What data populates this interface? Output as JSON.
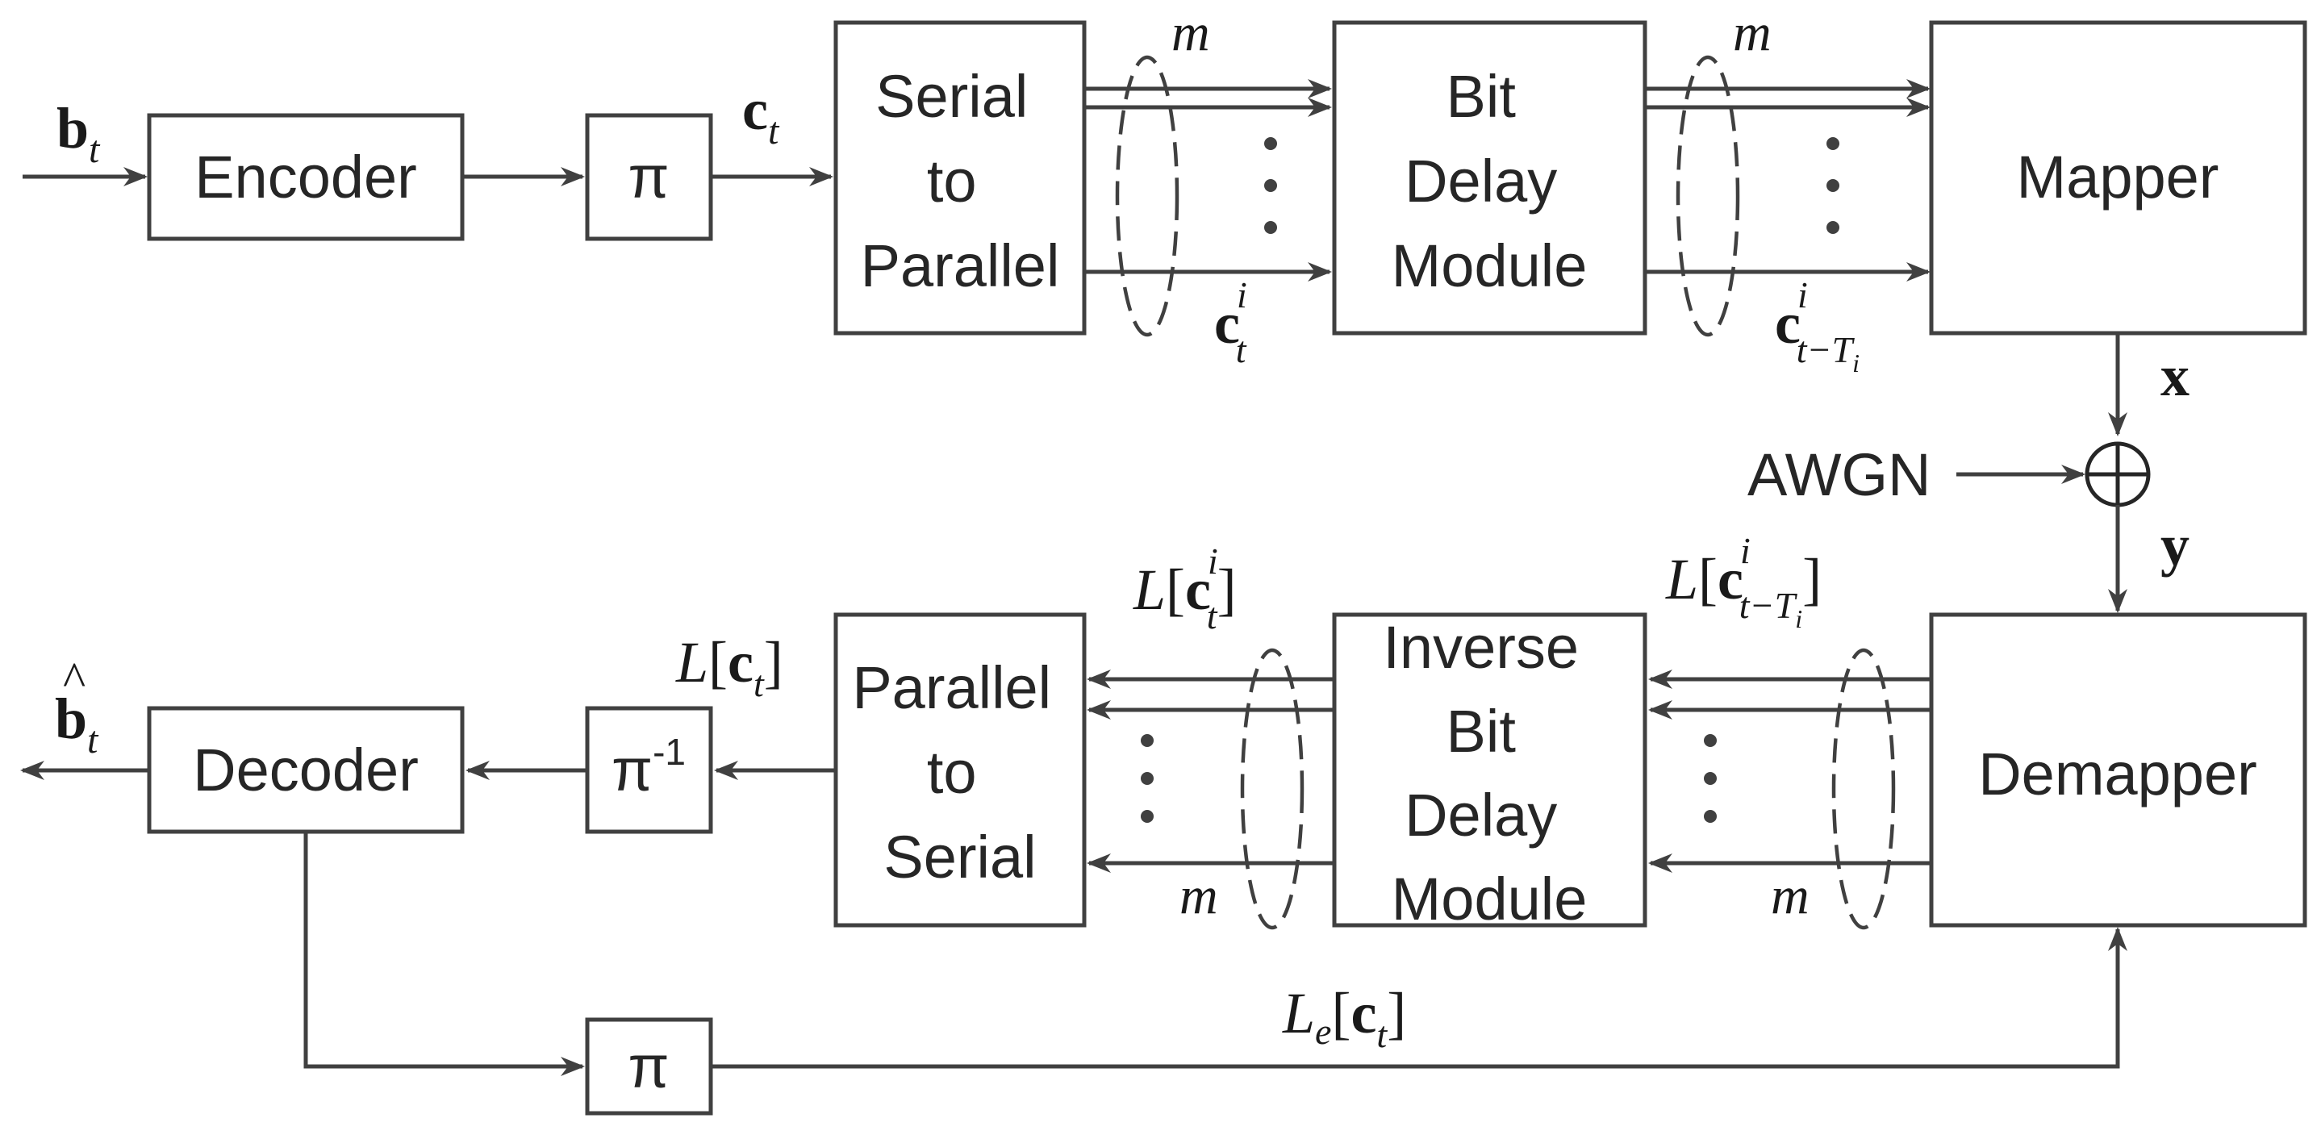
{
  "blocks": {
    "encoder": "Encoder",
    "pi_top": "π",
    "s2p": [
      "Serial",
      "to",
      "Parallel"
    ],
    "bit_delay": [
      "Bit",
      "Delay",
      "Module"
    ],
    "mapper": "Mapper",
    "demapper": "Demapper",
    "inv_bit_delay": [
      "Inverse",
      "Bit",
      "Delay",
      "Module"
    ],
    "p2s": [
      "Parallel",
      "to",
      "Serial"
    ],
    "pi_inv": {
      "base": "π",
      "sup": "-1"
    },
    "decoder": "Decoder",
    "pi_bottom": "π"
  },
  "source": {
    "awgn": "AWGN",
    "adder_symbol": "⊕"
  },
  "signals": {
    "bt": {
      "base": "b",
      "sub": "t"
    },
    "bt_hat": {
      "base": "b",
      "hat": "^",
      "sub": "t"
    },
    "ct": {
      "base": "c",
      "sub": "t"
    },
    "cti": {
      "base": "c",
      "sup": "i",
      "sub": "t"
    },
    "ct_delay": {
      "base": "c",
      "sup": "i",
      "sub": "t−T",
      "subsub": "i"
    },
    "m": "m",
    "x": "x",
    "y": "y",
    "L_ct": {
      "L": "L",
      "open": "[",
      "base": "c",
      "sub": "t",
      "close": "]"
    },
    "L_cti": {
      "L": "L",
      "open": "[",
      "base": "c",
      "sup": "i",
      "sub": "t",
      "close": "]"
    },
    "L_ct_delay": {
      "L": "L",
      "open": "[",
      "base": "c",
      "sup": "i",
      "sub": "t−T",
      "subsub": "i",
      "close": "]"
    },
    "Le_ct": {
      "L": "L",
      "Lsub": "e",
      "open": "[",
      "base": "c",
      "sub": "t",
      "close": "]"
    }
  }
}
